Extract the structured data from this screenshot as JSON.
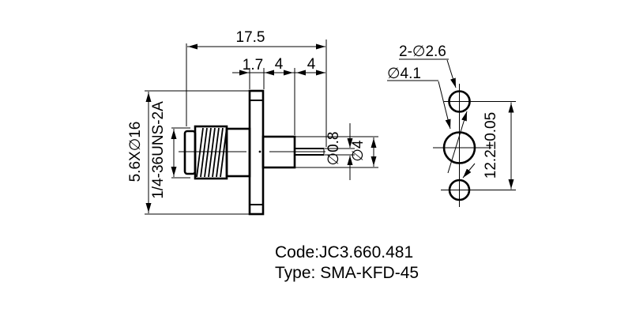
{
  "colors": {
    "line": "#000000",
    "background": "#ffffff"
  },
  "side_view": {
    "dim_total_length": "17.5",
    "dim_flange_thickness": "1.7",
    "dim_body_segment": "4",
    "dim_pin_length": "4",
    "dim_flange_size": "5.6X∅16",
    "thread_spec": "1/4-36UNS-2A",
    "dim_pin_diameter": "∅0.8",
    "dim_insulator_diameter": "∅4"
  },
  "front_view": {
    "dim_mounting_holes": "2-∅2.6",
    "dim_center_hole": "∅4.1",
    "dim_hole_spacing": "12.2±0.05"
  },
  "footer": {
    "code": "Code:JC3.660.481",
    "type": "Type: SMA-KFD-45"
  }
}
